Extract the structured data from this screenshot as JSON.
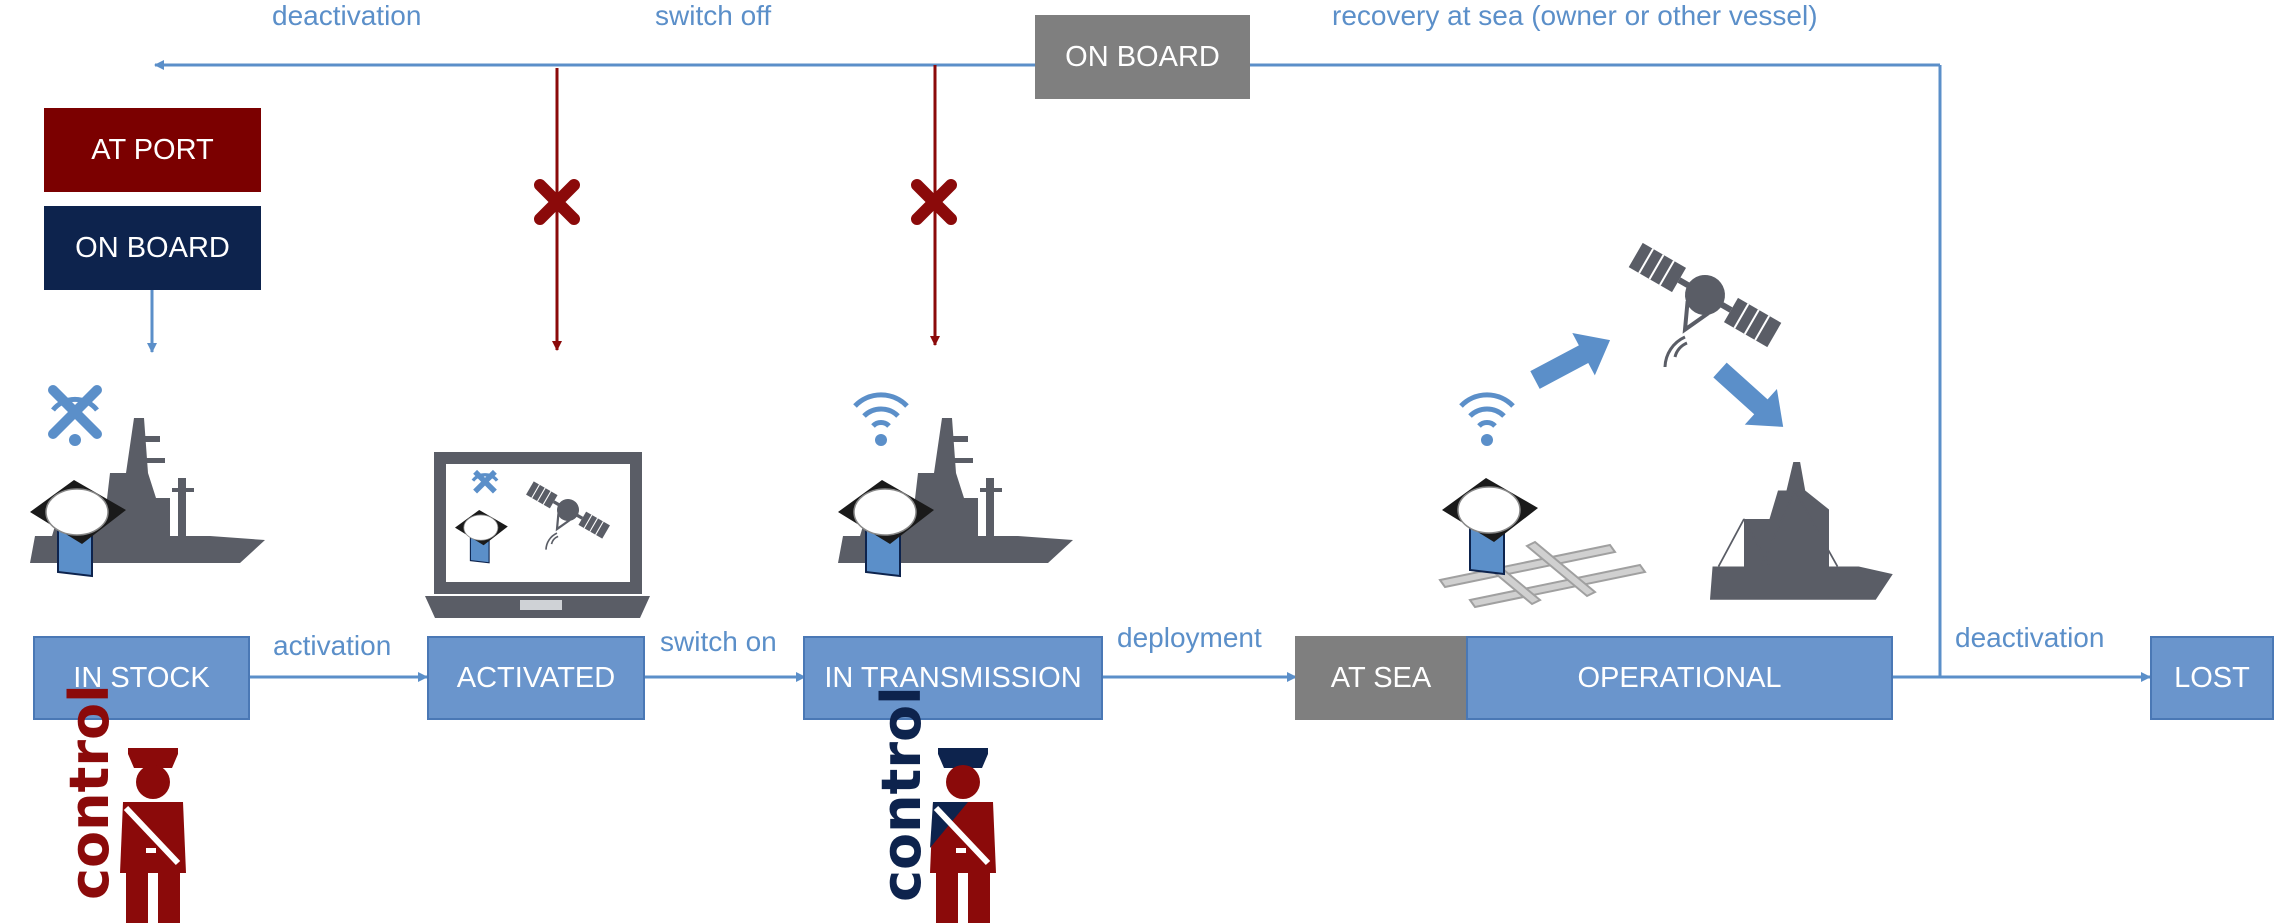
{
  "top": {
    "onboard_label": "ON BOARD",
    "deactivation_label": "deactivation",
    "switch_off_label": "switch off",
    "recovery_label": "recovery at sea (owner or other vessel)"
  },
  "port": {
    "at_port_label": "AT PORT",
    "on_board_label": "ON BOARD"
  },
  "states": {
    "in_stock": "IN STOCK",
    "activated": "ACTIVATED",
    "in_transmission": "IN TRANSMISSION",
    "at_sea": "AT SEA",
    "operational": "OPERATIONAL",
    "lost": "LOST"
  },
  "transitions": {
    "activation": "activation",
    "switch_on": "switch on",
    "deployment": "deployment",
    "deactivation": "deactivation"
  },
  "controls": {
    "control_1": "control",
    "control_2": "control"
  },
  "colors": {
    "state_blue": "#6a95cc",
    "arrow_blue": "#5b8fc9",
    "dark_red": "#8b0a0a",
    "navy": "#0d234d",
    "grey": "#7f7f7f",
    "icon_grey": "#5a5d66"
  },
  "icons": [
    "ship-icon",
    "buoy-icon",
    "wifi-icon",
    "no-signal-icon",
    "laptop-icon",
    "satellite-icon",
    "raft-icon",
    "guard-icon",
    "cross-icon"
  ]
}
